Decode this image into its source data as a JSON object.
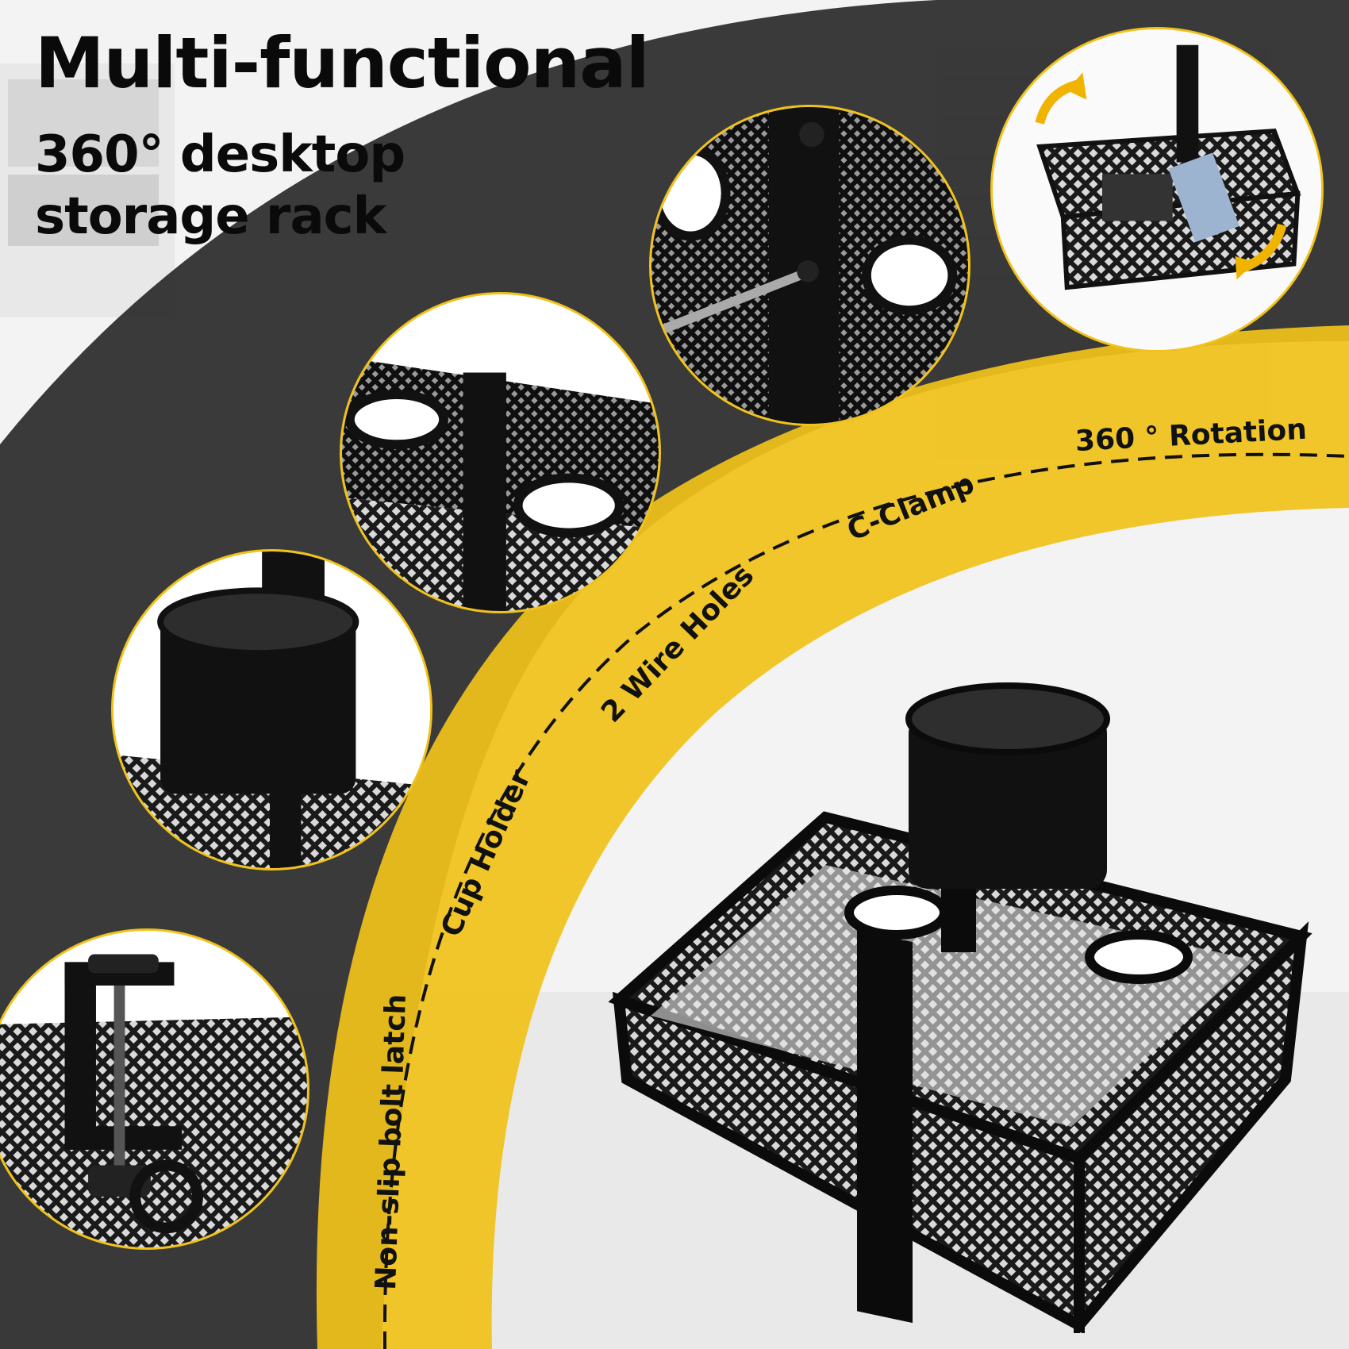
{
  "headline": {
    "title": "Multi-functional",
    "subtitle_line1": "360° desktop",
    "subtitle_line2": "storage rack"
  },
  "features": [
    {
      "label": "360 ° Rotation"
    },
    {
      "label": "C-Clamp"
    },
    {
      "label": "2 Wire Holes"
    },
    {
      "label": "Cup Holder"
    },
    {
      "label": "Non-slip bolt latch"
    }
  ],
  "colors": {
    "accent_yellow": "#f0c21a",
    "dark_band": "#2a2a2a",
    "text": "#111111"
  }
}
